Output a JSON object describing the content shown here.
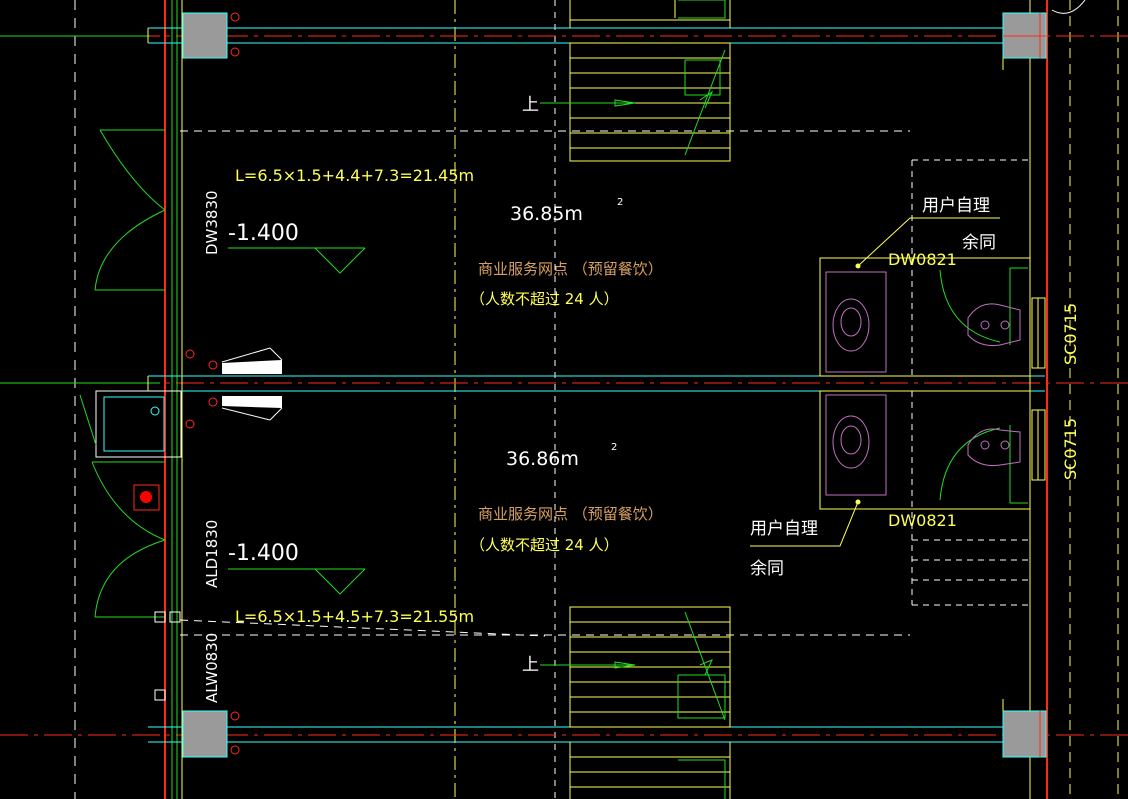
{
  "drawing": {
    "colors": {
      "background": "#000000",
      "wall_red": "#ff2a1a",
      "cyan": "#33ffff",
      "green": "#22dd22",
      "yellow": "#ffff55",
      "white": "#ffffff",
      "pink": "#c070c0",
      "gray_block": "#9a9a9a",
      "text_orange": "#d8a060",
      "marker_red": "#ff0000"
    },
    "upper_unit": {
      "length_formula": "L=6.5×1.5+4.4+7.3=21.45m",
      "area": "36.85m",
      "area_sup": "2",
      "elevation": "-1.400",
      "window_tag": "DW3830",
      "use_label": "商业服务网点   （预留餐饮）",
      "occupancy": "（人数不超过  24 人）",
      "stair_up": "上",
      "note_line1": "用户自理",
      "note_line2": "余同",
      "toilet_window": "DW0821",
      "side_window": "SC0715"
    },
    "lower_unit": {
      "length_formula": "L=6.5×1.5+4.5+7.3=21.55m",
      "area": "36.86m",
      "area_sup": "2",
      "elevation": "-1.400",
      "door_tag": "ALD1830",
      "window_tag": "ALW0830",
      "use_label": "商业服务网点   （预留餐饮）",
      "occupancy": "（人数不超过  24 人）",
      "stair_up": "上",
      "note_line1": "用户自理",
      "note_line2": "余同",
      "toilet_window": "DW0821",
      "side_window": "SC0715"
    }
  }
}
